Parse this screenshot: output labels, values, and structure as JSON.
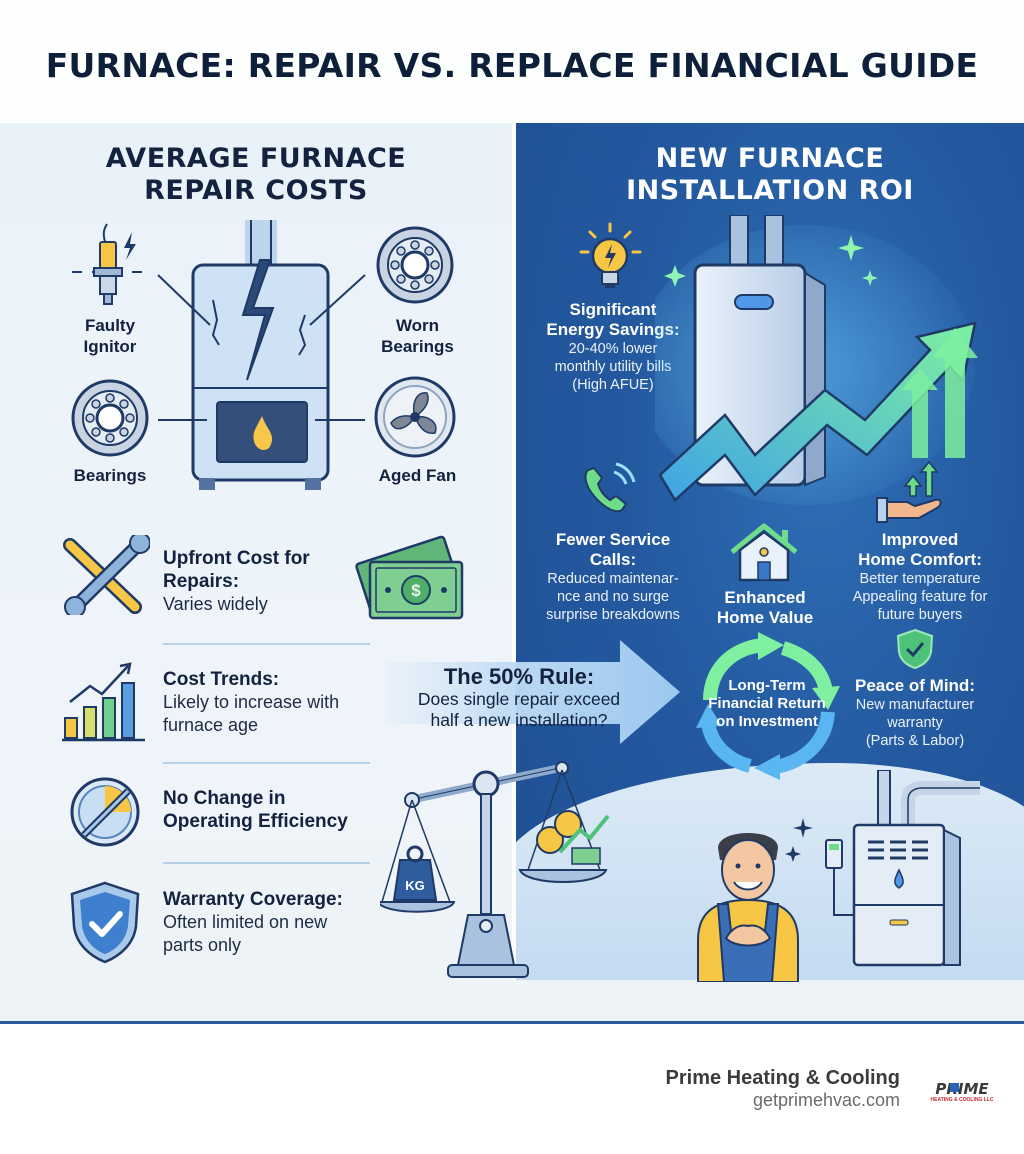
{
  "header": {
    "title": "FURNACE: REPAIR VS. REPLACE FINANCIAL GUIDE"
  },
  "colors": {
    "navy": "#0e1f3a",
    "right_panel_blue": "#24599f",
    "left_panel_bg": "#eaf2f9",
    "accent_green": "#5ed38a",
    "accent_yellow": "#f6c644"
  },
  "left": {
    "title_line1": "AVERAGE FURNACE",
    "title_line2": "REPAIR COSTS",
    "components": [
      {
        "line1": "Faulty",
        "line2": "Ignitor",
        "icon": "ignitor-icon"
      },
      {
        "line1": "Worn",
        "line2": "Bearings",
        "icon": "bearing-icon"
      },
      {
        "line1": "Bearings",
        "icon": "bearing-icon"
      },
      {
        "line1": "Aged Fan",
        "icon": "fan-icon"
      }
    ],
    "rows": [
      {
        "title_line1": "Upfront Cost for",
        "title_line2": "Repairs:",
        "sub_line1": "Varies widely",
        "icon": "wrench-icon"
      },
      {
        "title_line1": "Cost Trends:",
        "sub_line1": "Likely to increase with",
        "sub_line2": "furnace age",
        "icon": "bar-chart-icon"
      },
      {
        "title_line1": "No Change in",
        "title_line2": "Operating Efficiency",
        "icon": "gauge-icon"
      },
      {
        "title_line1": "Warranty Coverage:",
        "sub_line1": "Often limited on new",
        "sub_line2": "parts only",
        "icon": "shield-check-icon"
      }
    ]
  },
  "rule": {
    "title": "The 50% Rule:",
    "line1": "Does single repair exceed",
    "line2": "half a new installation?"
  },
  "right": {
    "title_line1": "NEW FURNACE",
    "title_line2": "INSTALLATION ROI",
    "energy": {
      "t1": "Significant",
      "t2": "Energy Savings:",
      "s1": "20-40% lower",
      "s2": "monthly utility bills",
      "s3": "(High AFUE)"
    },
    "service": {
      "t1": "Fewer Service",
      "t2": "Calls:",
      "s1": "Reduced maintenar-",
      "s2": "nce and no surge",
      "s3": "surprise breakdowns"
    },
    "home_value": {
      "t1": "Enhanced",
      "t2": "Home Value"
    },
    "comfort": {
      "t1": "Improved",
      "t2": "Home Comfort:",
      "s1": "Better temperature",
      "s2": "Appealing feature for",
      "s3": "future buyers"
    },
    "cycle": {
      "l1": "Long-Term",
      "l2": "Financial Return",
      "l3": "on Investment"
    },
    "peace": {
      "t1": "Peace of Mind:",
      "s1": "New manufacturer",
      "s2": "warranty",
      "s3": "(Parts & Labor)"
    }
  },
  "scale": {
    "weight_label": "KG"
  },
  "footer": {
    "company": "Prime Heating & Cooling",
    "url": "getprimehvac.com",
    "logo_text": "PRIME",
    "logo_sub": "HEATING & COOLING LLC"
  }
}
